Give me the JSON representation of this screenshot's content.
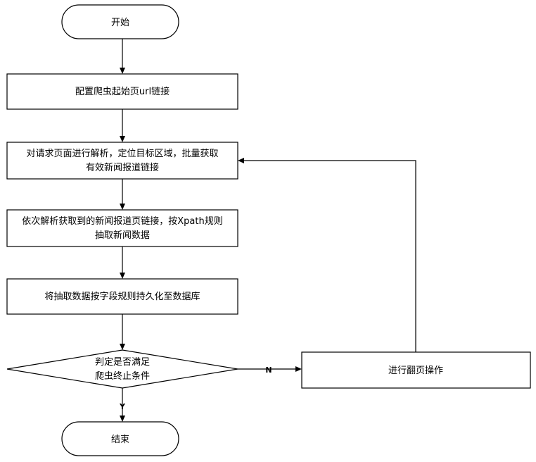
{
  "flowchart": {
    "nodes": {
      "start": {
        "text": "开始"
      },
      "config_url": {
        "text": "配置爬虫起始页url链接"
      },
      "parse_page": {
        "line1": "对请求页面进行解析，定位目标区域，批量获取",
        "line2": "有效新闻报道链接"
      },
      "extract_data": {
        "line1": "依次解析获取到的新闻报道页链接，按Xpath规则",
        "line2": "抽取新闻数据"
      },
      "persist": {
        "text": "将抽取数据按字段规则持久化至数据库"
      },
      "decision": {
        "line1": "判定是否满足",
        "line2": "爬虫终止条件"
      },
      "next_page": {
        "text": "进行翻页操作"
      },
      "end": {
        "text": "结束"
      }
    },
    "edges": {
      "decision_no": "N",
      "decision_yes": "Y"
    }
  }
}
